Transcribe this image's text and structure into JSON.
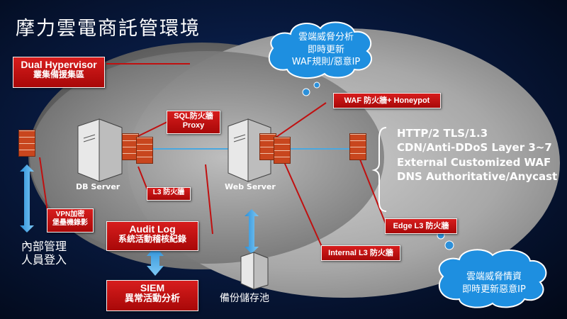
{
  "title": "摩力雲電商託管環境",
  "boxes": {
    "dual_hypervisor_line1": "Dual Hypervisor",
    "dual_hypervisor_line2": "叢集備援集區",
    "sql_fw_line1": "SQL防火牆",
    "sql_fw_line2": "Proxy",
    "l3_fw": "L3 防火牆",
    "vpn_line1": "VPN加密",
    "vpn_line2": "堡壘機錄影",
    "audit_line1": "Audit Log",
    "audit_line2": "系統活動稽核紀錄",
    "siem_line1": "SIEM",
    "siem_line2": "異常活動分析",
    "waf": "WAF 防火牆+ Honeypot",
    "edge_l3": "Edge L3 防火牆",
    "internal_l3": "Internal L3 防火牆"
  },
  "labels": {
    "db_server": "DB Server",
    "web_server": "Web Server",
    "internal_line1": "內部管理",
    "internal_line2": "人員登入",
    "backup": "備份儲存池"
  },
  "clouds": {
    "top_line1": "雲端威脅分析",
    "top_line2": "即時更新",
    "top_line3": "WAF規則/惡意IP",
    "bottom_line1": "雲端威脅情資",
    "bottom_line2": "即時更新惡意IP"
  },
  "features": [
    "HTTP/2 TLS/1.3",
    "CDN/Anti-DDoS Layer 3~7",
    "External Customized WAF",
    "DNS Authoritative/Anycast"
  ],
  "colors": {
    "red": "#c01010",
    "arrow_blue": "#3aa7e8",
    "line_blue": "#4aa8e0"
  }
}
